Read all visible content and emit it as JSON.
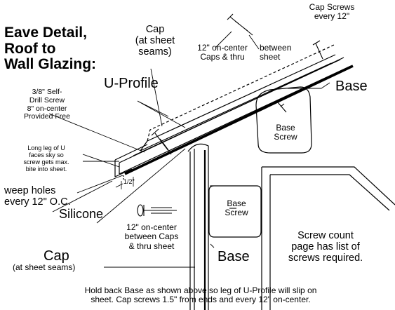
{
  "title": "Eave Detail,\nRoof to\nWall Glazing:",
  "labels": {
    "cap_sheet_seams_top": "Cap\n(at sheet\nseams)",
    "cap_screws_top": "Cap Screws\nevery 12\"",
    "caps_thru": "12\" on-center\nCaps & thru",
    "between_sheet": "between\nsheet",
    "u_profile": "U-Profile",
    "base_top": "Base",
    "self_drill": "3/8\" Self-\nDrill Screw\n8\" on-center\nProvided Free",
    "base_screw_upper": "Base\nScrew",
    "long_leg": "Long leg of U\nfaces sky so\nscrew gets max.\nbite into sheet.",
    "half_inch": "1/2\"",
    "weep_holes": "weep holes\nevery 12\" O.C.",
    "base_screw_lower": "Base\nScrew",
    "silicone": "Silicone",
    "between_caps": "12\" on-center\nbetween Caps\n& thru sheet",
    "screw_count": "Screw count\npage has list of\nscrews required.",
    "cap_bottom": "Cap",
    "cap_bottom_sub": "(at sheet seams)",
    "base_bottom": "Base",
    "footer": "Hold back Base as shown above so leg of U-Profile will slip on\nsheet.  Cap screws 1.5\" from ends and every 12\" on-center."
  }
}
